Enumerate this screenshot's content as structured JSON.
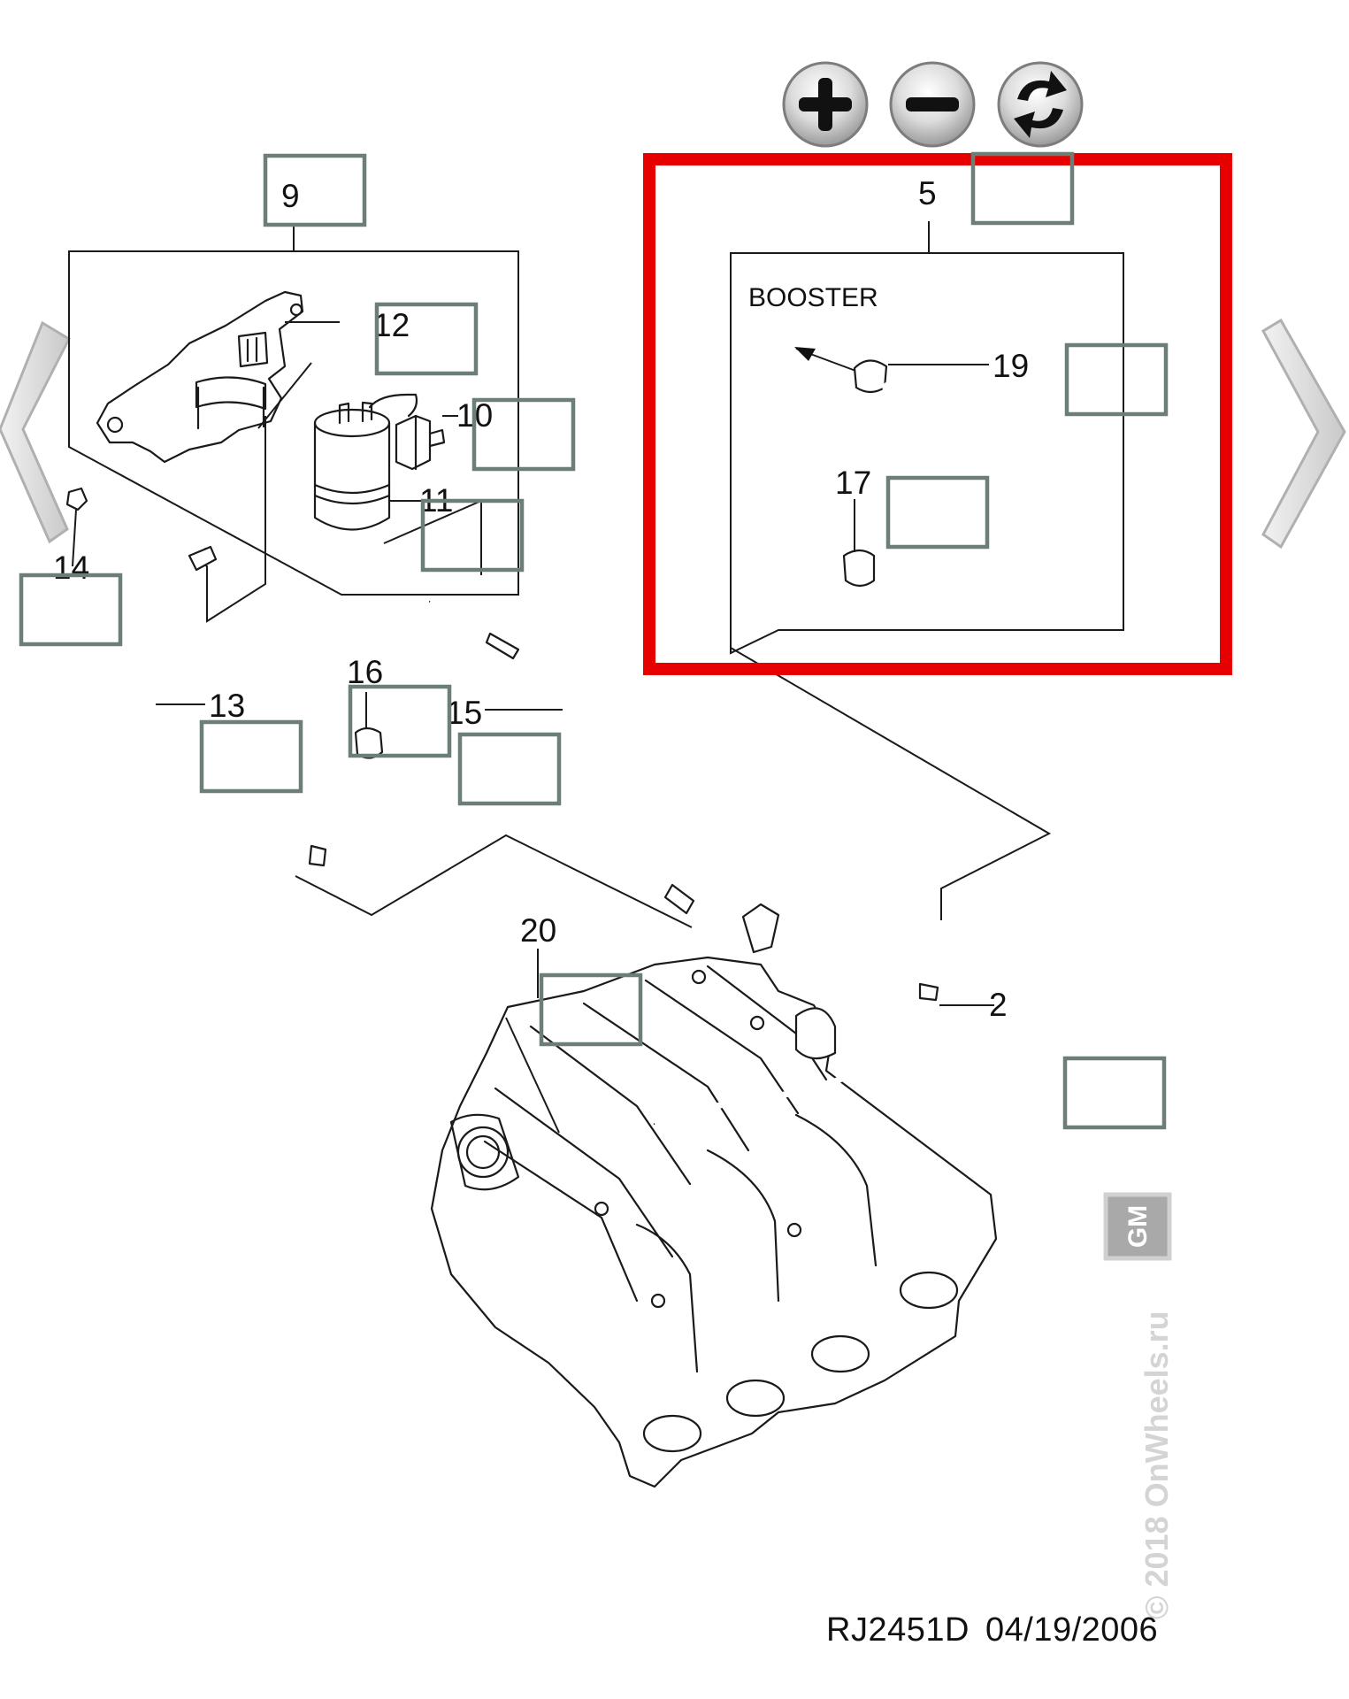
{
  "controls": {
    "zoom_in": "zoom-in-icon",
    "zoom_out": "zoom-out-icon",
    "reset": "reset-rotate-icon",
    "prev": "chevron-left-icon",
    "next": "chevron-right-icon"
  },
  "highlight_color": "#e60000",
  "callout_box_color": "#6b7f76",
  "labels": {
    "n2": "2",
    "n5": "5",
    "n9": "9",
    "n10": "10",
    "n11": "11",
    "n12": "12",
    "n13": "13",
    "n14": "14",
    "n15": "15",
    "n16": "16",
    "n17": "17",
    "n19": "19",
    "n20": "20",
    "booster": "BOOSTER"
  },
  "footer": {
    "code": "RJ2451D",
    "date": "04/19/2006"
  },
  "watermark": {
    "logo": "GM",
    "text": "© 2018 OnWheels.ru"
  }
}
